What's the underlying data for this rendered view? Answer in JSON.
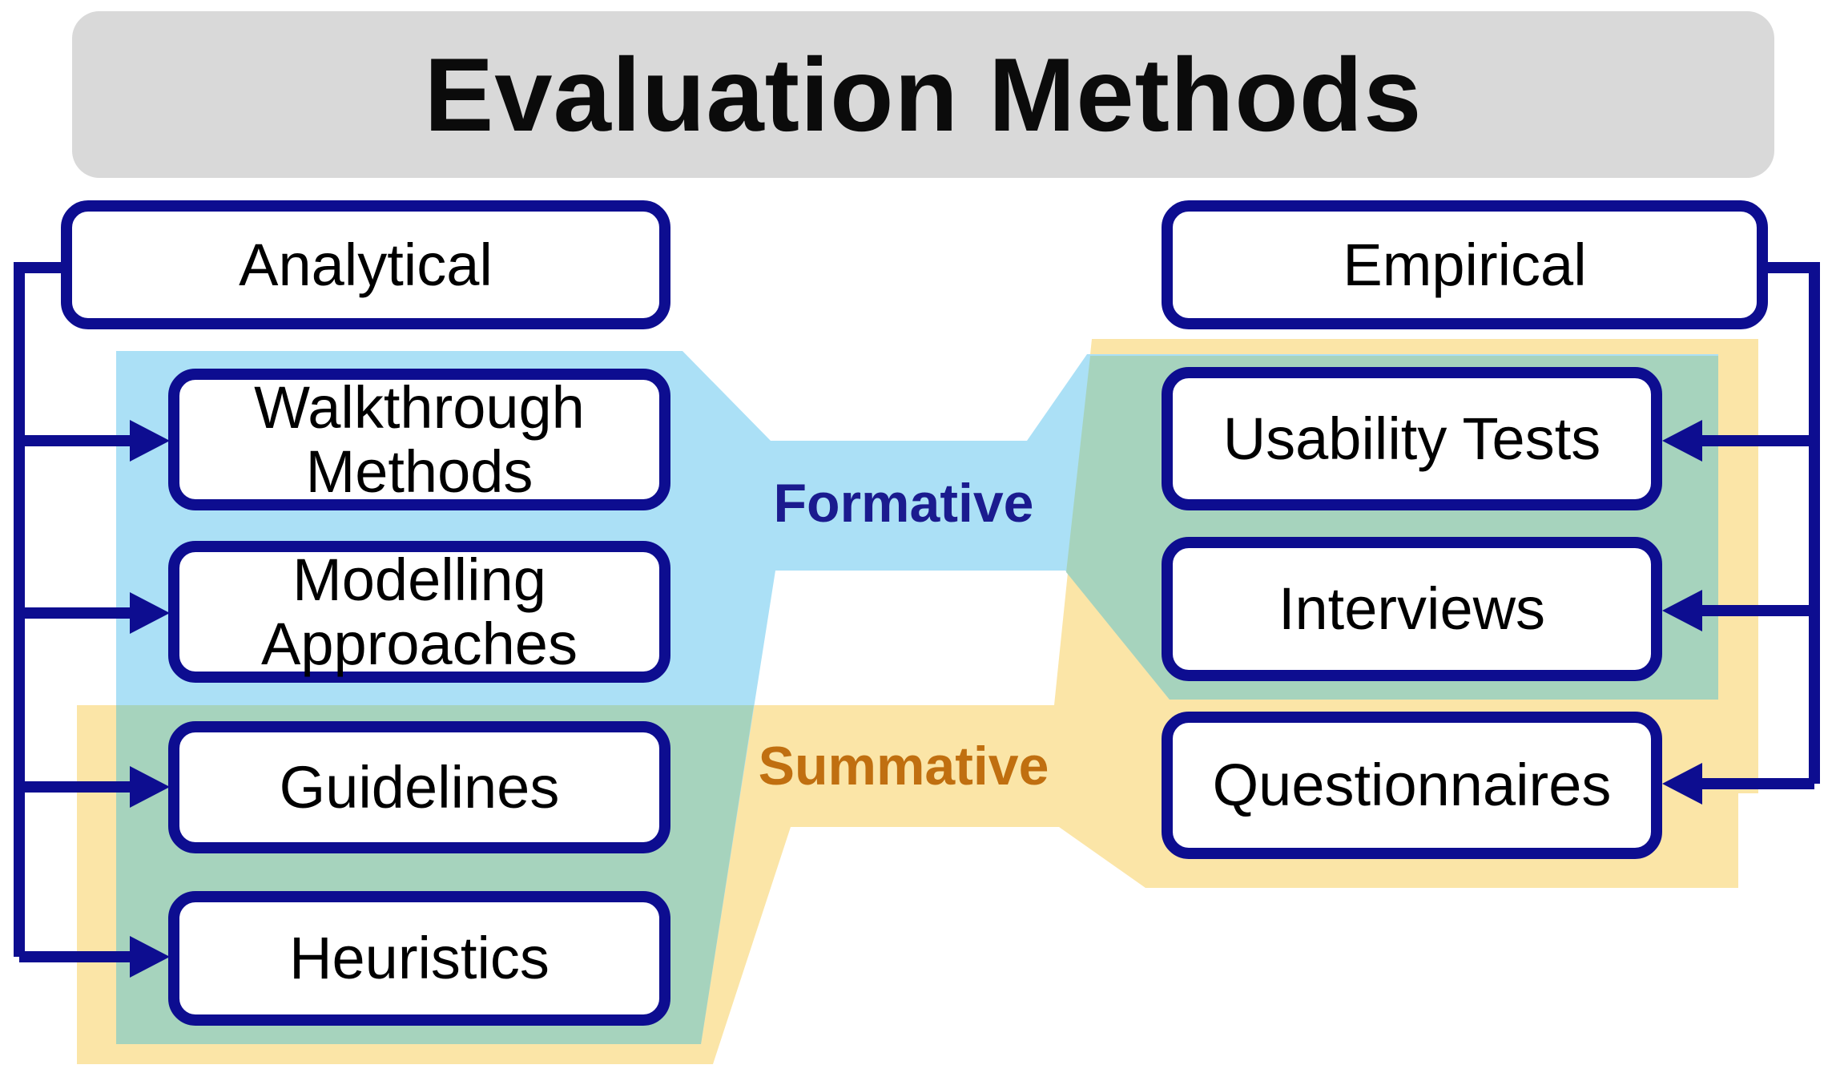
{
  "title": "Evaluation Methods",
  "columns": {
    "analytical": {
      "header": "Analytical",
      "items": [
        "Walkthrough Methods",
        "Modelling Approaches",
        "Guidelines",
        "Heuristics"
      ]
    },
    "empirical": {
      "header": "Empirical",
      "items": [
        "Usability Tests",
        "Interviews",
        "Questionnaires"
      ]
    }
  },
  "bands": {
    "formative_label": "Formative",
    "summative_label": "Summative"
  },
  "colors": {
    "formative_fill": "#abe0f6",
    "summative_fill": "#fbe5a7",
    "overlap_fill": "#a6d3bd",
    "connector_navy": "#0d0d90",
    "header_gray": "#d9d9d9",
    "formative_text": "#1b1b8f",
    "summative_text": "#c06f10"
  }
}
